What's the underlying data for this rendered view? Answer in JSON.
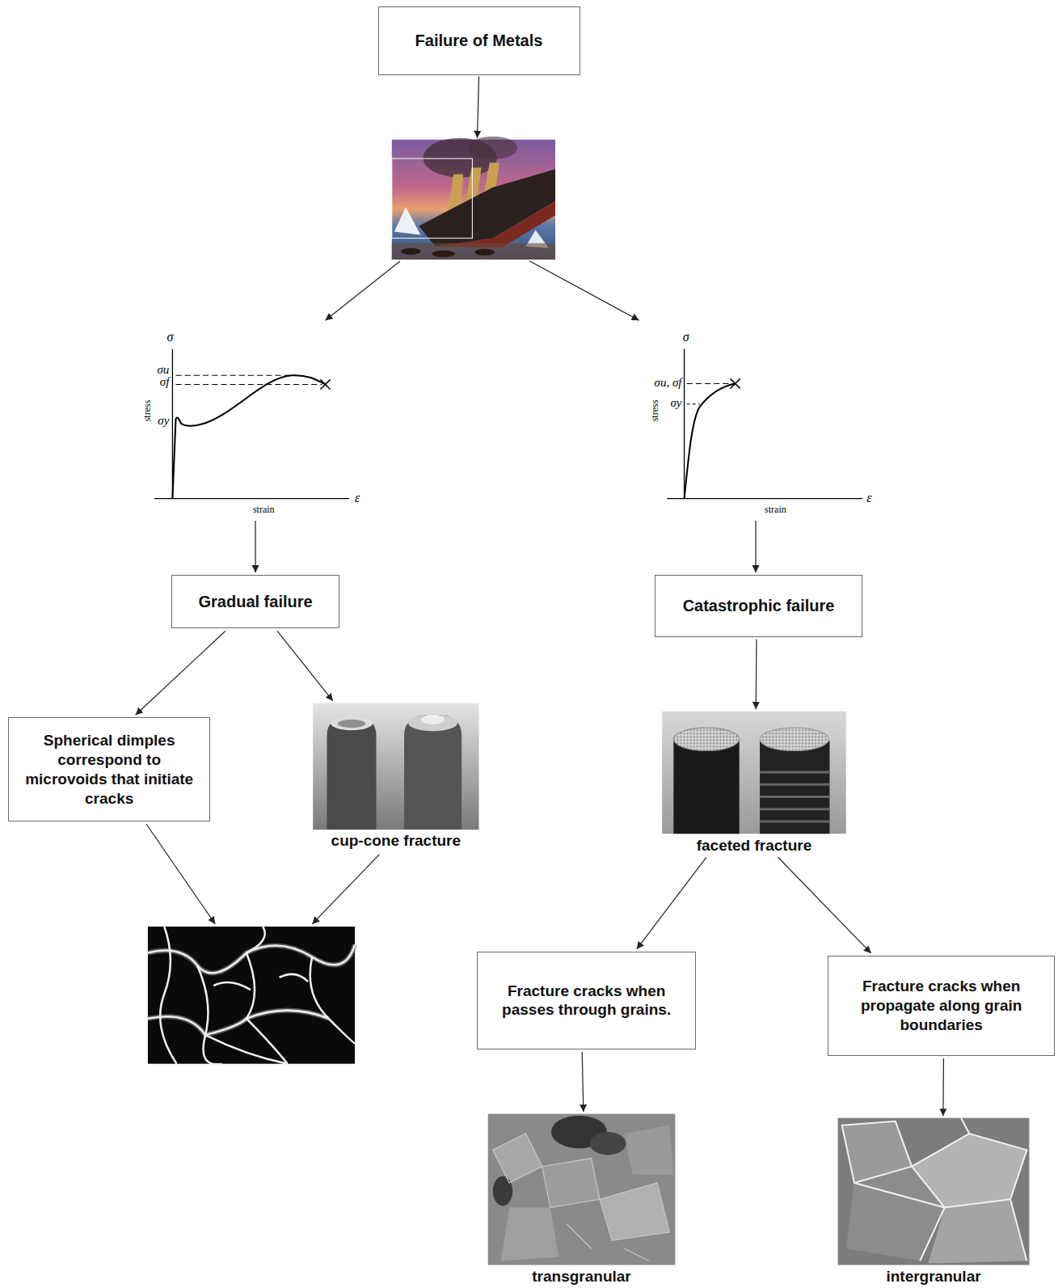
{
  "diagram": {
    "nodes": [
      {
        "text": [
          "Failure of Metals"
        ]
      },
      {
        "text": [
          "Gradual failure"
        ]
      },
      {
        "text": [
          "Catastrophic failure"
        ]
      },
      {
        "text": [
          "Spherical dimples correspond to microvoids that initiate cracks"
        ]
      },
      {
        "text": [
          "cup-cone fracture"
        ]
      },
      {
        "text": [
          "faceted fracture"
        ]
      },
      {
        "text": [
          "Fracture cracks when passes through grains."
        ]
      },
      {
        "text": [
          "Fracture cracks when propagate along grain boundaries"
        ]
      },
      {
        "text": [
          "transgranular"
        ]
      },
      {
        "text": [
          "intergranular"
        ]
      }
    ],
    "edges": [
      {
        "from": 1,
        "to": 3,
        "arrow": "to"
      },
      {
        "from": 1,
        "to": 4,
        "arrow": "to"
      },
      {
        "from": 2,
        "to": 5,
        "arrow": "to"
      },
      {
        "from": 5,
        "to": 6,
        "arrow": "to"
      },
      {
        "from": 5,
        "to": 7,
        "arrow": "to"
      },
      {
        "from": 6,
        "to": 8,
        "arrow": "to"
      },
      {
        "from": 7,
        "to": 9,
        "arrow": "to"
      }
    ],
    "labels": [
      "σ",
      "σu",
      "σf",
      "σy",
      "stress",
      "strain",
      "ε",
      "σ",
      "σu, σf",
      "σy",
      "stress",
      "strain",
      "ε"
    ]
  }
}
